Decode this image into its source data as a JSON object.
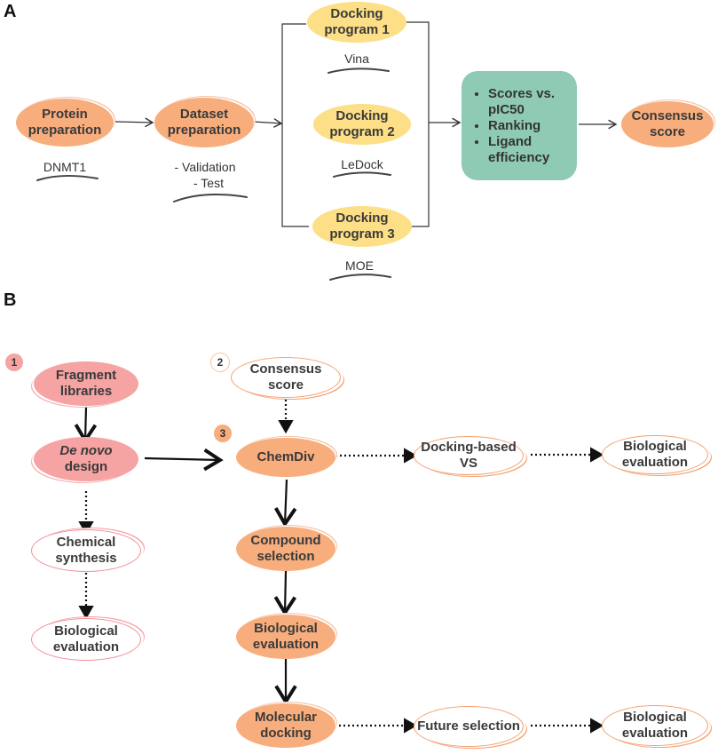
{
  "panel_a": {
    "label": "A",
    "protein": {
      "title": "Protein preparation",
      "note": "DNMT1"
    },
    "dataset": {
      "title": "Dataset preparation",
      "notes": [
        "- Validation",
        "- Test"
      ]
    },
    "docking": [
      {
        "title": "Docking program 1",
        "note": "Vina"
      },
      {
        "title": "Docking program 2",
        "note": "LeDock"
      },
      {
        "title": "Docking program 3",
        "note": "MOE"
      }
    ],
    "analysis": [
      "Scores vs. pIC50",
      "Ranking",
      "Ligand efficiency"
    ],
    "consensus": "Consensus score"
  },
  "panel_b": {
    "label": "B",
    "badges": [
      "1",
      "2",
      "3"
    ],
    "route1": {
      "fragment": "Fragment libraries",
      "denovo_italic": "De novo",
      "denovo_rest": "design",
      "synthesis": "Chemical synthesis",
      "bio": "Biological evaluation"
    },
    "route2": {
      "consensus": "Consensus score"
    },
    "route3": {
      "chemdiv": "ChemDiv",
      "docking_vs": "Docking-based VS",
      "bio_vs": "Biological evaluation",
      "compound": "Compound selection",
      "bio": "Biological evaluation",
      "molecular": "Molecular docking",
      "future": "Future selection",
      "bio_future": "Biological evaluation"
    }
  },
  "colors": {
    "orange": "#f8ad7d",
    "yellow": "#fcdf86",
    "pink": "#f5a3a3",
    "teal": "#8fcab4"
  }
}
